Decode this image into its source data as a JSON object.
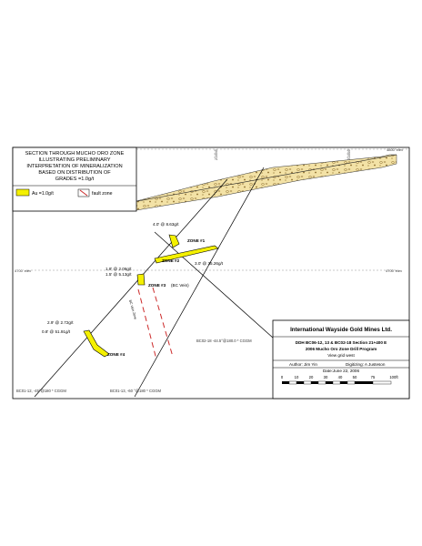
{
  "legend": {
    "title_lines": [
      "SECTION THROUGH MUCHO ORO ZONE",
      "ILLUSTRATING PRELIMINARY",
      "INTERPRETATION OF MINERALIZATION",
      "BASED ON DISTRIBUTION OF",
      "GRADES  =1.0g/t"
    ],
    "au_label": "Au =1.0g/t",
    "fault_label": "fault zone"
  },
  "elevations": {
    "top_right": "4800' elev",
    "mid_left": "4700' elev",
    "mid_right": "4700' elev"
  },
  "grid_marks": {
    "top_a": "210040",
    "top_b": "210000"
  },
  "intercepts": {
    "i1": "4.0' @ 8.63g/t",
    "i2": "1.8' @ 2.06g/t",
    "i3": "1.5' @ 5.13g/t",
    "i4": "3.0' @ 35.26g/t",
    "i5": "2.9' @ 2.72g/t",
    "i6": "0.8' @ 51.91g/t"
  },
  "zones": {
    "z1": "ZONE #1",
    "z2": "ZONE #2",
    "z3": "ZONE #3",
    "z3_note": "(BC Vein)",
    "z4": "ZONE #4",
    "vein": "BC Vein Zone"
  },
  "holes": {
    "h18": "BC02-18  -44.5°@180.0  * CGGM",
    "h12": "BC01-12,  -45°@180  * CGGM",
    "h13": "BC01-13,  -60 °@180  * CGGM"
  },
  "title_block": {
    "company": "International Wayside Gold Mines Ltd.",
    "line1": "DDH BC06-12, 13 & BC02-18   Section 21+400 E",
    "line2": "2006 Mucho Oro Zone Drill Program",
    "line3": "View grid west",
    "author": "Author: Jim Yin",
    "digitizing": "Digitizing: A Justeson",
    "date": "Date:June 22, 2006",
    "scale_ticks": [
      "0",
      "10",
      "20",
      "30",
      "40",
      "50",
      "75",
      "100ft"
    ]
  },
  "colors": {
    "mineral_zone": "#f4f000",
    "overburden": "#f3e2a6",
    "fault": "#cc2a2a",
    "frame": "#000000"
  }
}
